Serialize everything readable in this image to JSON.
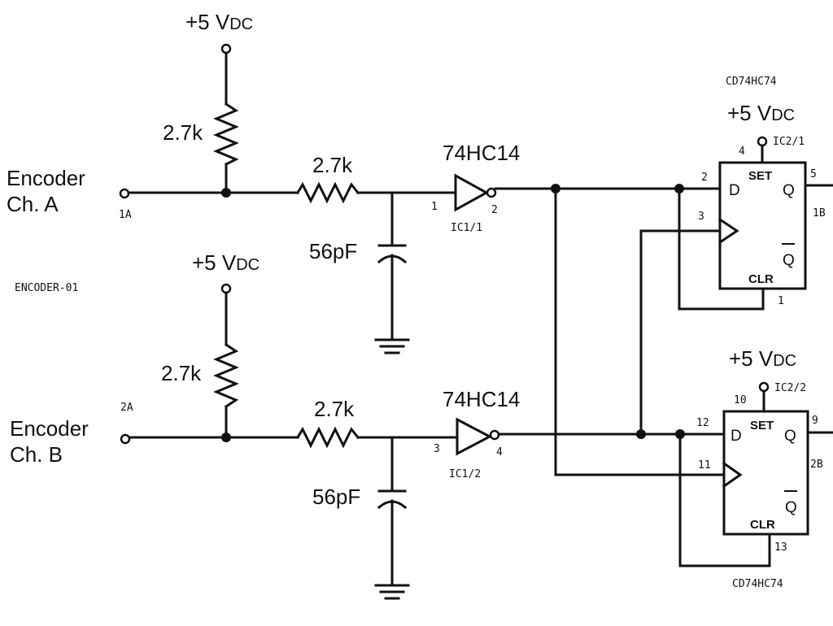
{
  "supply": {
    "label": "+5 V",
    "sub": "DC"
  },
  "encoder_a": {
    "line1": "Encoder",
    "line2": "Ch. A",
    "pin": "1A"
  },
  "encoder_b": {
    "line1": "Encoder",
    "line2": "Ch. B",
    "pin": "2A"
  },
  "ref_designator": "ENCODER-01",
  "resistors": {
    "pullup": "2.7k",
    "series": "2.7k"
  },
  "capacitors": {
    "filter": "56pF"
  },
  "inverters": [
    {
      "part": "74HC14",
      "ref": "IC1/1",
      "pin_in": "1",
      "pin_out": "2"
    },
    {
      "part": "74HC14",
      "ref": "IC1/2",
      "pin_in": "3",
      "pin_out": "4"
    }
  ],
  "flipflops": [
    {
      "part": "CD74HC74",
      "ref": "IC2/1",
      "pin_set": "4",
      "pin_d": "2",
      "pin_clk": "3",
      "pin_q": "5",
      "pin_clr": "1",
      "out": "1B"
    },
    {
      "part": "CD74HC74",
      "ref": "IC2/2",
      "pin_set": "10",
      "pin_d": "12",
      "pin_clk": "11",
      "pin_q": "9",
      "pin_clr": "13",
      "out": "2B"
    }
  ],
  "ff_labels": {
    "d": "D",
    "q": "Q",
    "qbar": "Q",
    "set": "SET",
    "clr": "CLR"
  }
}
